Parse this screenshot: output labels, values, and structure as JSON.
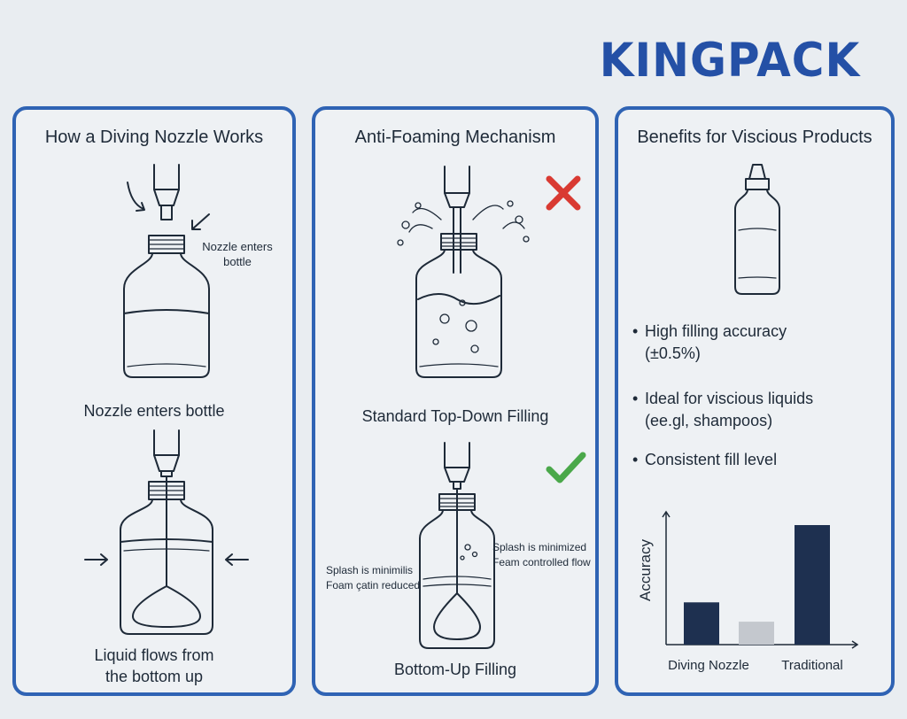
{
  "brand": {
    "logo_text": "KINGPACK"
  },
  "panels": {
    "how": {
      "title": "How a Diving Nozzle Works",
      "step1_note": "Nozzle enters\nbottle",
      "step1_caption": "Nozzle enters bottle",
      "step2_caption": "Liquid flows from\nthe bottom up"
    },
    "foam": {
      "title": "Anti-Foaming Mechanism",
      "standard_caption": "Standard Top-Down Filling",
      "bottom_caption": "Bottom-Up Filling",
      "left_note": "Splash is minimilis\nFoam çatin reduced",
      "right_note": "Splash is minimized\nFeam controlled flow",
      "bad_icon": "cross-icon",
      "good_icon": "check-icon",
      "bad_color": "#d93a32",
      "good_color": "#4aa84a"
    },
    "benefits": {
      "title": "Benefits for Viscious Products",
      "bullets": [
        {
          "line1": "High filling accuracy",
          "line2": "(±0.5%)"
        },
        {
          "line1": "Ideal for viscious liquids",
          "line2": "(ee.gl, shampoos)"
        },
        {
          "line1": "Consistent fill level",
          "line2": ""
        }
      ]
    }
  },
  "chart_data": {
    "type": "bar",
    "categories": [
      "Diving Nozzle",
      "Traditional"
    ],
    "ylabel": "Accuracy",
    "xlabel": "",
    "grid": false,
    "bars": [
      {
        "category": "Diving Nozzle",
        "value": 0.35,
        "color": "#1e3050"
      },
      {
        "category": "",
        "value": 0.19,
        "color": "#c4c8ce"
      },
      {
        "category": "Traditional",
        "value": 0.99,
        "color": "#1e3050"
      }
    ],
    "ylim": [
      0,
      1.1
    ]
  }
}
